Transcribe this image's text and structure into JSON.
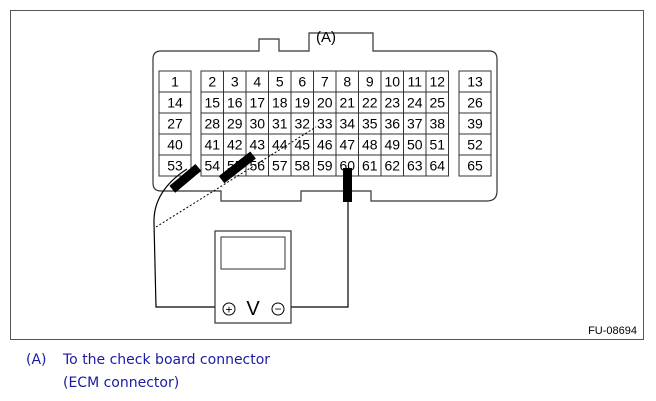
{
  "diagram": {
    "connector_label": "(A)",
    "figure_id": "FU-08694",
    "meter_symbol": "V",
    "meter_plus": "+",
    "meter_minus": "−",
    "terminals_left": [
      "1",
      "14",
      "27",
      "40",
      "53"
    ],
    "terminals_main": [
      [
        "2",
        "3",
        "4",
        "5",
        "6",
        "7",
        "8",
        "9",
        "10",
        "11",
        "12"
      ],
      [
        "15",
        "16",
        "17",
        "18",
        "19",
        "20",
        "21",
        "22",
        "23",
        "24",
        "25"
      ],
      [
        "28",
        "29",
        "30",
        "31",
        "32",
        "33",
        "34",
        "35",
        "36",
        "37",
        "38"
      ],
      [
        "41",
        "42",
        "43",
        "44",
        "45",
        "46",
        "47",
        "48",
        "49",
        "50",
        "51"
      ],
      [
        "54",
        "55",
        "56",
        "57",
        "58",
        "59",
        "60",
        "61",
        "62",
        "63",
        "64"
      ]
    ],
    "terminals_right": [
      "13",
      "26",
      "39",
      "52",
      "65"
    ]
  },
  "caption": {
    "key": "(A)",
    "line1": "To the check board connector",
    "line2": "(ECM connector)"
  }
}
